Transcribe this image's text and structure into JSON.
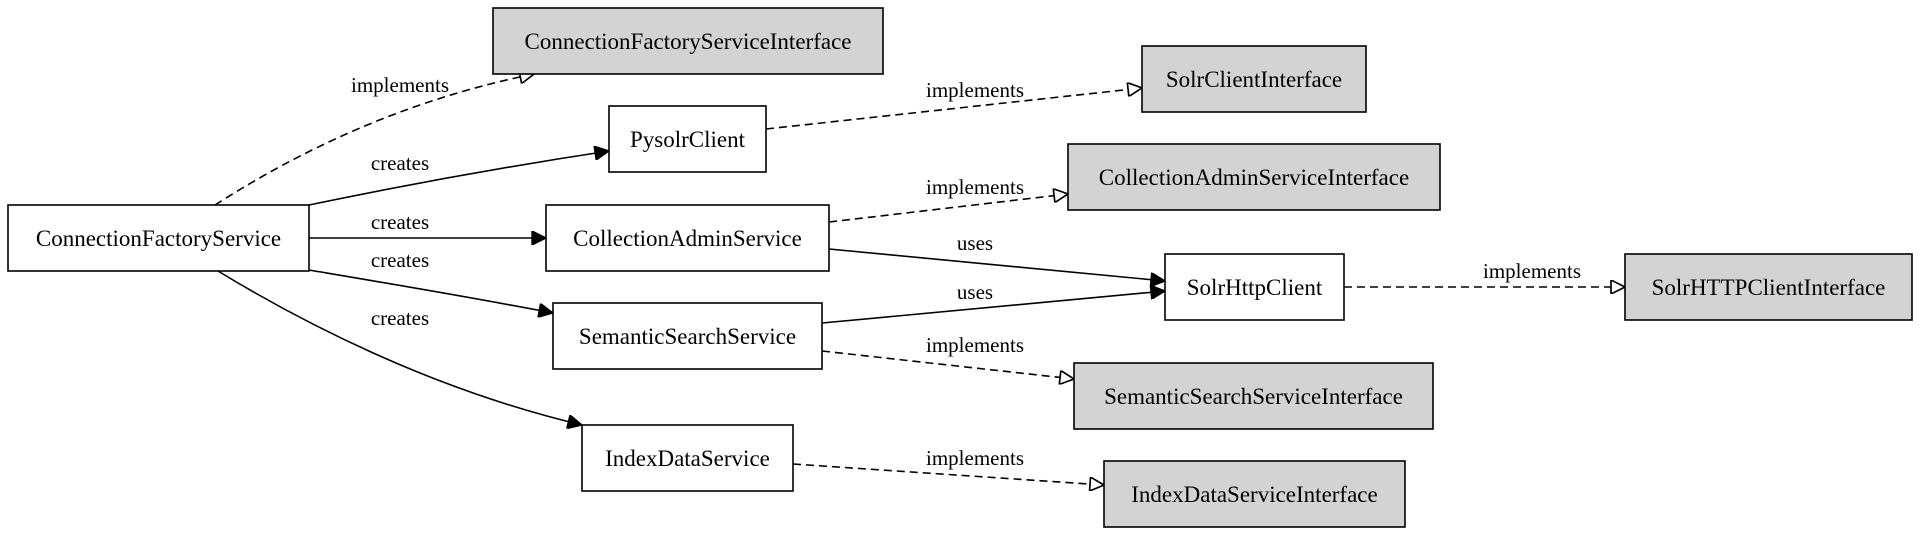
{
  "nodes": [
    {
      "id": "cfs",
      "label": "ConnectionFactoryService",
      "kind": "class"
    },
    {
      "id": "cfsi",
      "label": "ConnectionFactoryServiceInterface",
      "kind": "interface"
    },
    {
      "id": "pc",
      "label": "PysolrClient",
      "kind": "class"
    },
    {
      "id": "sci",
      "label": "SolrClientInterface",
      "kind": "interface"
    },
    {
      "id": "cas",
      "label": "CollectionAdminService",
      "kind": "class"
    },
    {
      "id": "casi",
      "label": "CollectionAdminServiceInterface",
      "kind": "interface"
    },
    {
      "id": "shc",
      "label": "SolrHttpClient",
      "kind": "class"
    },
    {
      "id": "shci",
      "label": "SolrHTTPClientInterface",
      "kind": "interface"
    },
    {
      "id": "sss",
      "label": "SemanticSearchService",
      "kind": "class"
    },
    {
      "id": "sssi",
      "label": "SemanticSearchServiceInterface",
      "kind": "interface"
    },
    {
      "id": "ids",
      "label": "IndexDataService",
      "kind": "class"
    },
    {
      "id": "idsi",
      "label": "IndexDataServiceInterface",
      "kind": "interface"
    }
  ],
  "edges": [
    {
      "from": "cfs",
      "to": "cfsi",
      "label": "implements",
      "style": "dashed"
    },
    {
      "from": "cfs",
      "to": "pc",
      "label": "creates",
      "style": "solid"
    },
    {
      "from": "cfs",
      "to": "cas",
      "label": "creates",
      "style": "solid"
    },
    {
      "from": "cfs",
      "to": "sss",
      "label": "creates",
      "style": "solid"
    },
    {
      "from": "cfs",
      "to": "ids",
      "label": "creates",
      "style": "solid"
    },
    {
      "from": "pc",
      "to": "sci",
      "label": "implements",
      "style": "dashed"
    },
    {
      "from": "cas",
      "to": "casi",
      "label": "implements",
      "style": "dashed"
    },
    {
      "from": "cas",
      "to": "shc",
      "label": "uses",
      "style": "solid"
    },
    {
      "from": "sss",
      "to": "shc",
      "label": "uses",
      "style": "solid"
    },
    {
      "from": "shc",
      "to": "shci",
      "label": "implements",
      "style": "dashed"
    },
    {
      "from": "sss",
      "to": "sssi",
      "label": "implements",
      "style": "dashed"
    },
    {
      "from": "ids",
      "to": "idsi",
      "label": "implements",
      "style": "dashed"
    }
  ],
  "colors": {
    "class_fill": "#ffffff",
    "interface_fill": "#d3d3d3",
    "stroke": "#000000"
  }
}
